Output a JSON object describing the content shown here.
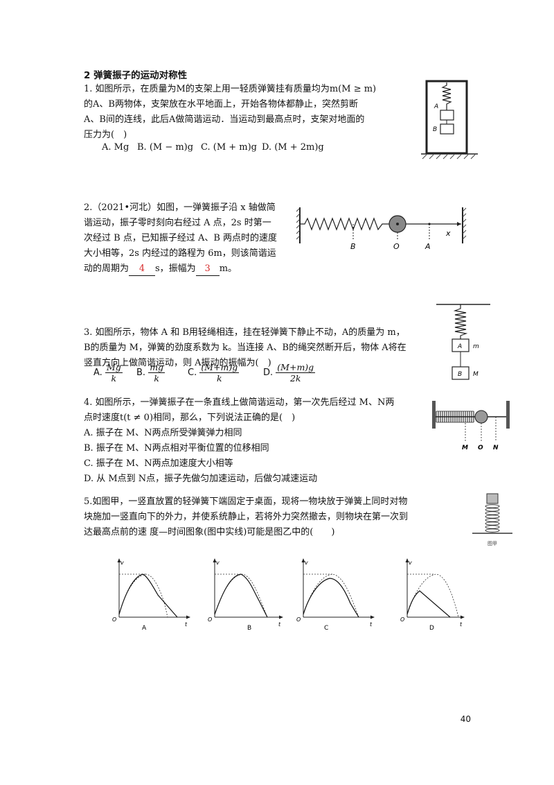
{
  "section_title": "2 弹簧振子的运动对称性",
  "q1": {
    "lines": [
      "1. 如图所示，在质量为M的支架上用一轻质弹簧挂有质量均为m(M ≥ m)",
      "的A、B两物体，支架放在水平地面上，开始各物体都静止，突然剪断",
      "A、B间的连线，此后A做简谐运动．当运动到最高点时，支架对地面的",
      "压力为(　)"
    ],
    "choices": [
      "A.  Mg",
      "B.  (M − m)g",
      "C.  (M + m)g",
      "D.  (M + 2m)g"
    ],
    "figure_labels": {
      "a": "A",
      "b": "B"
    }
  },
  "q2": {
    "lines": [
      "2.（2021•河北）如图，一弹簧振子沿 x 轴做简",
      "谐运动，振子零时刻向右经过 A 点，2s 时第一",
      "次经过 B 点，已知振子经过 A、B 两点时的速度",
      "大小相等，2s 内经过的路程为 6m，则该简谐运"
    ],
    "last_prefix": "动的周期为",
    "answer_period": "4",
    "mid_text": "s，振幅为",
    "answer_amplitude": "3",
    "suffix": "m。",
    "figure_labels": {
      "b": "B",
      "o": "O",
      "a": "A",
      "x": "x"
    }
  },
  "q3": {
    "lines": [
      "3. 如图所示，物体 A 和 B用轻绳相连，挂在轻弹簧下静止不动，A的质量为 m，",
      "B的质量为 M，弹簧的劲度系数为 k。当连接 A、B的绳突然断开后，物体 A将在",
      "竖直方向上做简谐运动，则 A振动的振幅为(　)"
    ],
    "choices": [
      {
        "letter": "A.",
        "num": "Mg",
        "den": "k"
      },
      {
        "letter": "B.",
        "num": "mg",
        "den": "k"
      },
      {
        "letter": "C.",
        "num": "(M+m)g",
        "den": "k"
      },
      {
        "letter": "D.",
        "num": "(M+m)g",
        "den": "2k"
      }
    ],
    "figure_labels": {
      "a": "A",
      "m": "m",
      "b": "B",
      "M": "M"
    }
  },
  "q4": {
    "lines": [
      "4. 如图所示，一弹簧振子在一条直线上做简谐运动，第一次先后经过 M、N两",
      "点时速度t(t ≠ 0)相同，那么，下列说法正确的是(　)"
    ],
    "choices": [
      "A.  振子在 M、N两点所受弹簧弹力相同",
      "B.  振子在 M、N两点相对平衡位置的位移相同",
      "C.  振子在 M、N两点加速度大小相等",
      "D.  从 M点到 N点，振子先做匀加速运动，后做匀减速运动"
    ],
    "figure_labels": {
      "m": "M",
      "o": "O",
      "n": "N"
    }
  },
  "q5": {
    "lines": [
      "5.如图甲，一竖直放置的轻弹簧下端固定于桌面，现将一物块放于弹簧上同时对物",
      "块施加一竖直向下的外力，并使系统静止，若将外力突然撤去，则物块在第一次到",
      "达最高点前的速 度—时间图象(图中实线)可能是图乙中的(　　)"
    ],
    "figure_caption": "图甲",
    "graph_labels": [
      "A",
      "B",
      "C",
      "D"
    ],
    "axis_v": "v",
    "axis_t": "t",
    "origin": "O"
  },
  "page_number": "40"
}
